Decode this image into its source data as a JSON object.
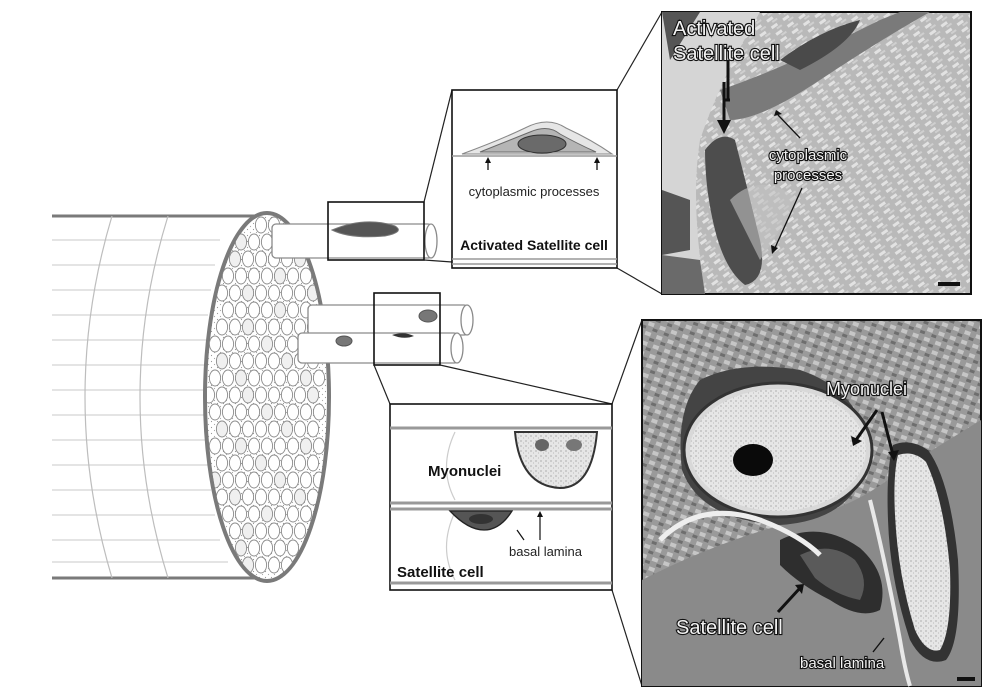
{
  "figure": {
    "labels": {
      "activated_inset_caption": "Activated Satellite cell",
      "activated_inset_processes": "cytoplasmic processes",
      "quiescent_inset_myonuclei": "Myonuclei",
      "quiescent_inset_basal_lamina": "basal lamina",
      "quiescent_inset_caption": "Satellite cell",
      "micrograph_top_title_line1": "Activated",
      "micrograph_top_title_line2": "Satellite cell",
      "micrograph_top_processes_line1": "cytoplasmic",
      "micrograph_top_processes_line2": "processes",
      "micrograph_bottom_myonuclei": "Myonuclei",
      "micrograph_bottom_satellite": "Satellite cell",
      "micrograph_bottom_basal_lamina": "basal lamina"
    },
    "colors": {
      "outline": "#7a7a7a",
      "micrograph_dark": "#3a3a3a",
      "micrograph_light": "#d8d8d8"
    }
  }
}
